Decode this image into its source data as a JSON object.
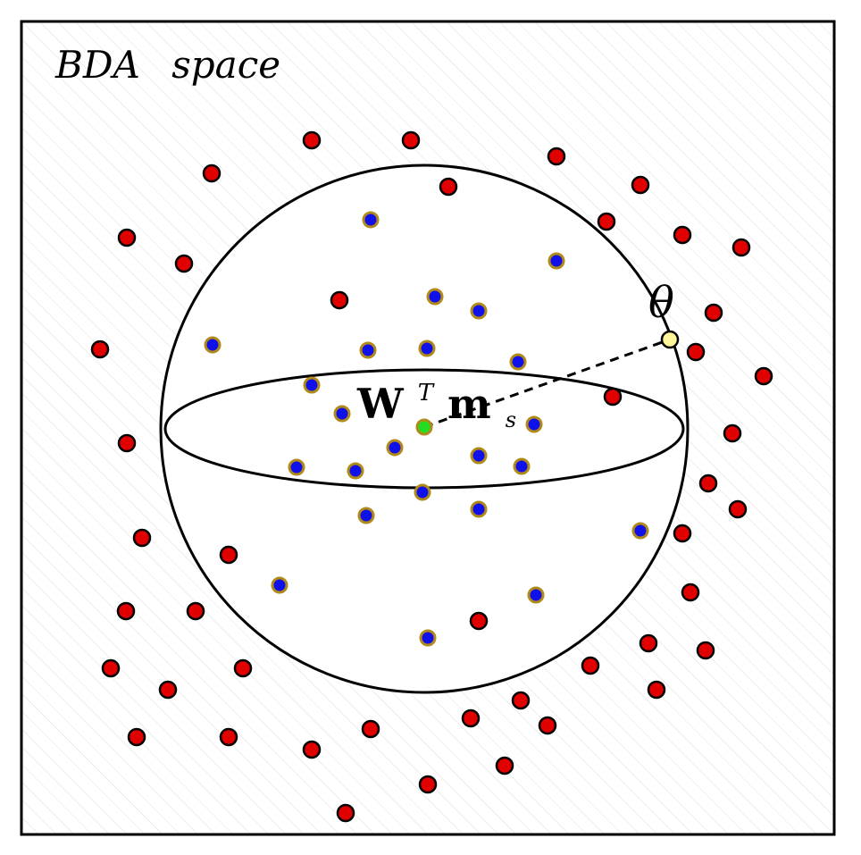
{
  "title": {
    "word1": "BDA",
    "word2": "space"
  },
  "center_label": {
    "base": "W",
    "superscript": "T",
    "main": "m",
    "subscript": "s"
  },
  "angle_label": "θ",
  "colors": {
    "outside_point_fill": "#e00000",
    "inside_point_fill": "#1010e8",
    "inside_point_ring": "#b08a1a",
    "center_point_fill": "#22dd22",
    "boundary_point_fill": "#fff59a",
    "hatch": "#dddddd",
    "stroke": "#000000"
  },
  "legend": []
}
